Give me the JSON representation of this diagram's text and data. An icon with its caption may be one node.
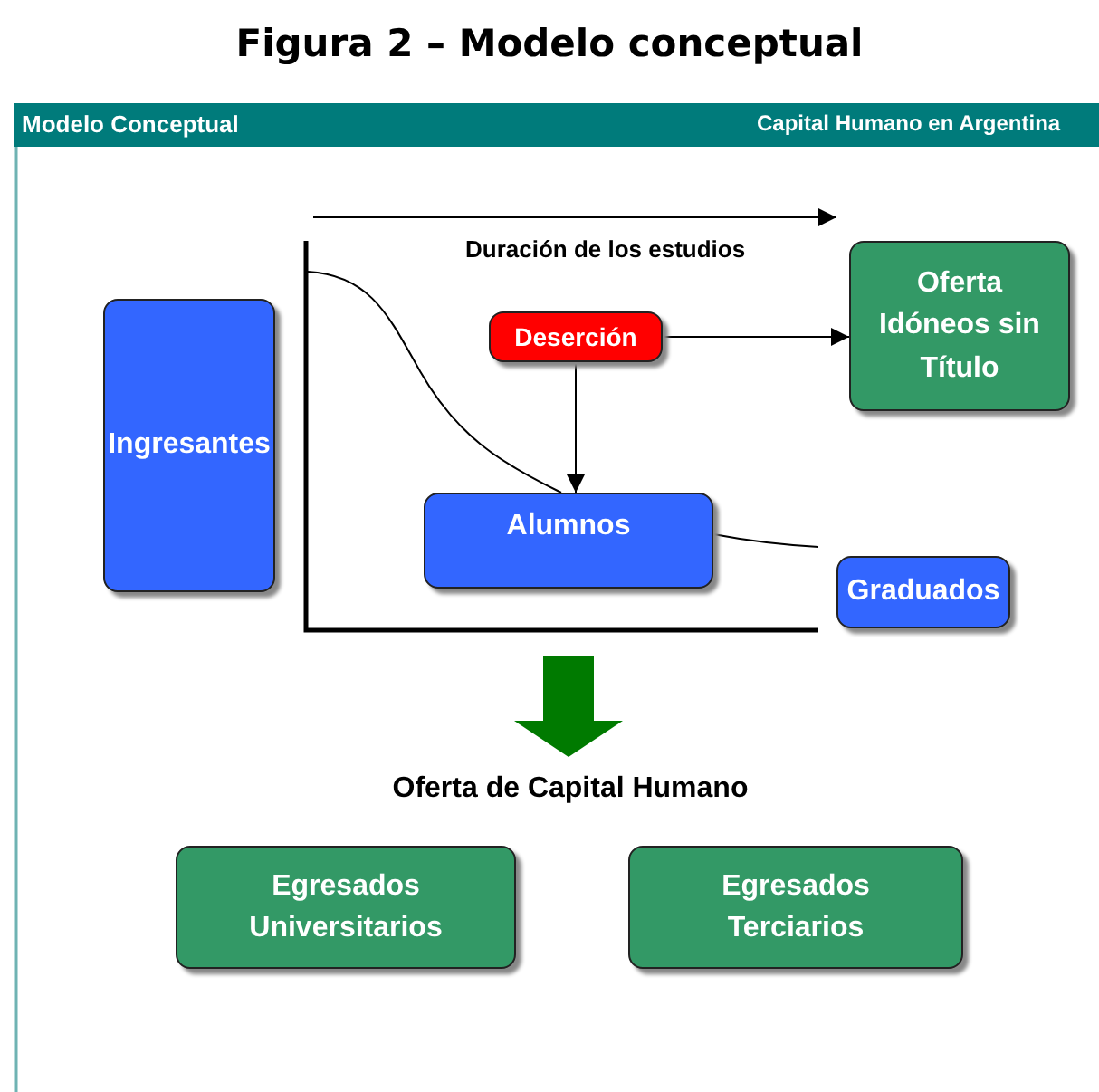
{
  "diagram": {
    "title": "Figura 2 – Modelo conceptual",
    "nodes": [
      {
        "text": [
          "Ingresantes"
        ]
      },
      {
        "text": [
          "Deserción"
        ]
      },
      {
        "text": [
          "Oferta Idóneos sin Título"
        ]
      },
      {
        "text": [
          "Alumnos"
        ]
      },
      {
        "text": [
          "Graduados"
        ]
      },
      {
        "text": [
          "Oferta de Capital Humano"
        ]
      },
      {
        "text": [
          "Egresados Universitarios"
        ]
      },
      {
        "text": [
          "Egresados Terciarios"
        ]
      }
    ],
    "edges": [
      {
        "from": 1,
        "to": 2,
        "arrow": "to"
      },
      {
        "from": 1,
        "to": 3,
        "arrow": "to"
      },
      {
        "from": null,
        "to": 5,
        "arrow": "to",
        "style": "thick",
        "color": "#007a00"
      }
    ],
    "labels": [
      "Modelo Conceptual",
      "Capital Humano en Argentina",
      "Duración de los estudios"
    ]
  }
}
